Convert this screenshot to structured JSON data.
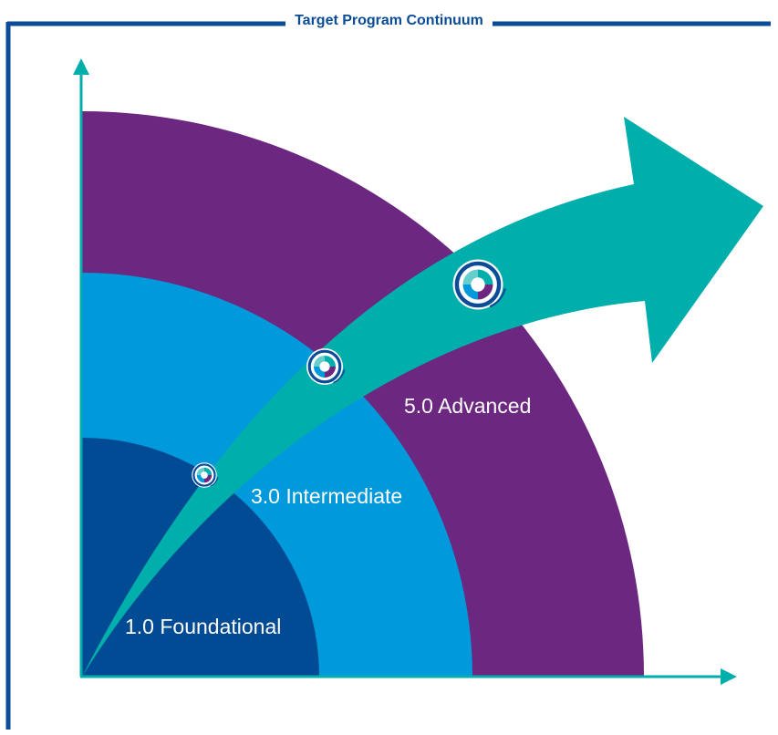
{
  "title": "Target Program Continuum",
  "levels": [
    {
      "label": "1.0 Foundational",
      "color": "#004b93"
    },
    {
      "label": "3.0 Intermediate",
      "color": "#0099db"
    },
    {
      "label": "5.0 Advanced",
      "color": "#6c2780"
    }
  ],
  "colors": {
    "frame": "#0a4c97",
    "axis": "#00aeac",
    "arrow": "#00aeac"
  },
  "icons": [
    "progress-wheel-icon",
    "progress-wheel-icon",
    "progress-wheel-icon"
  ]
}
